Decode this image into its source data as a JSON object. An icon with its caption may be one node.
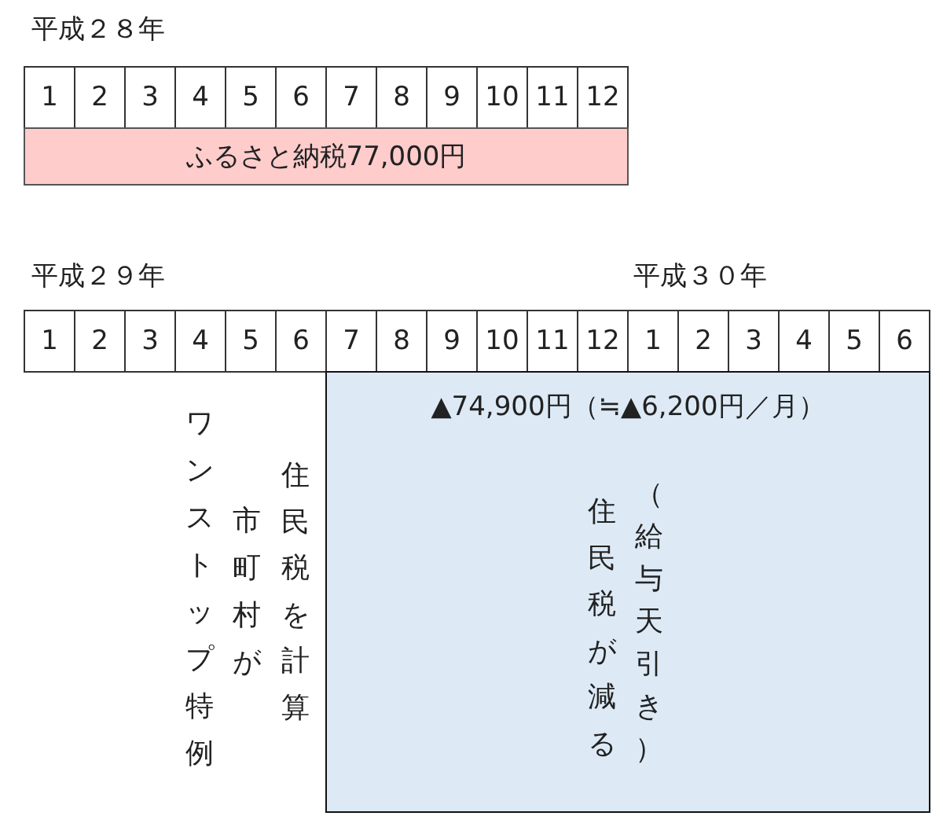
{
  "diagram": {
    "nodes": [
      {
        "text": [
          "ふるさと納税77,000円"
        ]
      },
      {
        "text": [
          "▲74,900円（≒▲6,200円／月）",
          "住民税が減る",
          "（給与天引き）"
        ]
      }
    ],
    "labels": [
      "平成２８年",
      "1",
      "2",
      "3",
      "4",
      "5",
      "6",
      "7",
      "8",
      "9",
      "10",
      "11",
      "12",
      "平成２９年",
      "平成３０年",
      "1",
      "2",
      "3",
      "4",
      "5",
      "6",
      "7",
      "8",
      "9",
      "10",
      "11",
      "12",
      "1",
      "2",
      "3",
      "4",
      "5",
      "6",
      "ワンストップ特例",
      "市町村が",
      "住民税を計算"
    ]
  }
}
